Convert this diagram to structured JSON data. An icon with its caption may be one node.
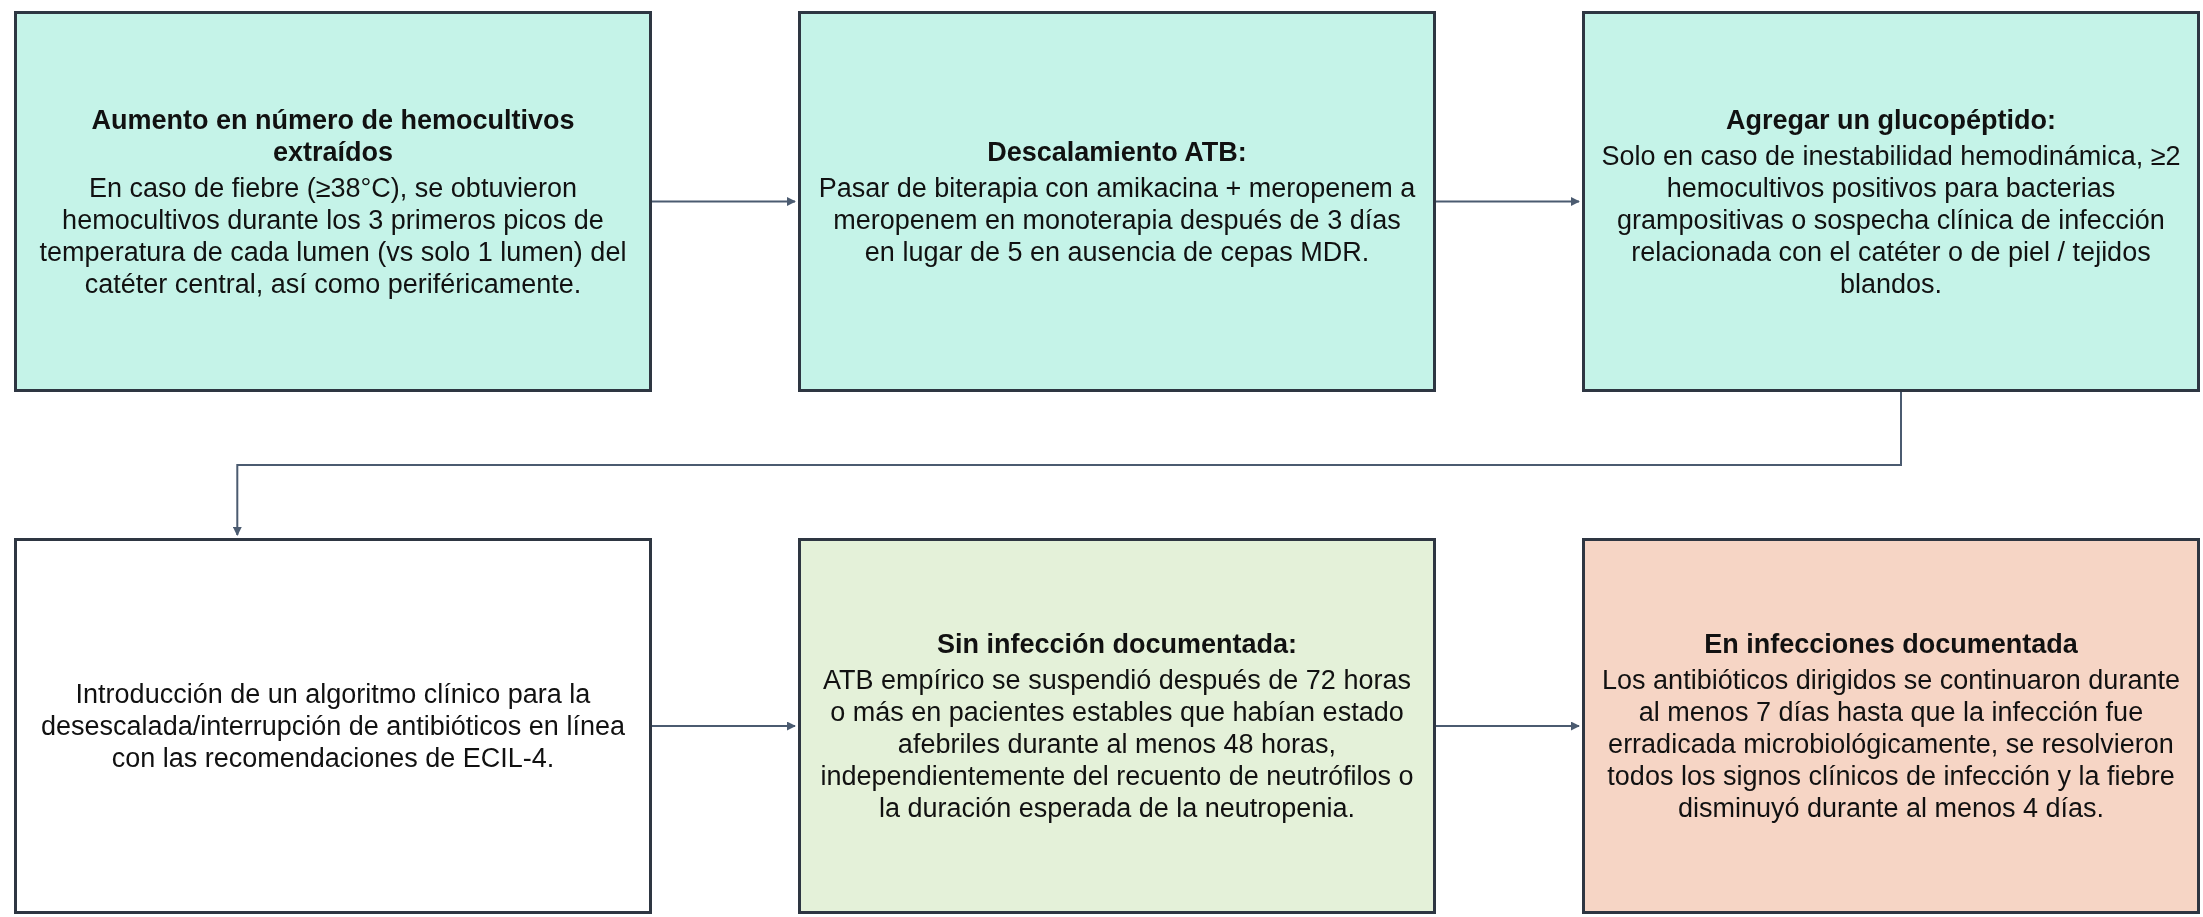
{
  "diagram": {
    "nodes": [
      {
        "text": [
          "Aumento en número de hemocultivos extraídos",
          "En caso de fiebre (≥38°C), se obtuvieron hemocultivos durante los 3 primeros picos de temperatura de cada lumen (vs solo 1 lumen) del catéter central, así como periféricamente."
        ]
      },
      {
        "text": [
          "Descalamiento ATB:",
          "Pasar de biterapia con amikacina + meropenem a meropenem en monoterapia después de 3 días en lugar de 5 en ausencia de cepas MDR."
        ]
      },
      {
        "text": [
          "Agregar un glucopéptido:",
          "Solo en caso de inestabilidad hemodinámica, ≥2 hemocultivos positivos para bacterias grampositivas o sospecha clínica de infección relacionada con el catéter o de piel / tejidos blandos."
        ]
      },
      {
        "text": [
          "Introducción de un algoritmo clínico para la desescalada/interrupción de antibióticos en línea con las recomendaciones de ECIL-4."
        ]
      },
      {
        "text": [
          "Sin infección documentada:",
          "ATB empírico se suspendió después de 72 horas o más en pacientes estables que habían estado afebriles durante al menos 48 horas, independientemente del recuento de neutrófilos o la duración esperada de la neutropenia."
        ]
      },
      {
        "text": [
          "En infecciones documentada",
          "Los antibióticos dirigidos se continuaron durante al menos 7 días hasta que la infección fue erradicada microbiológicamente, se resolvieron todos los signos clínicos de infección y la fiebre disminuyó durante al menos 4 días."
        ]
      }
    ],
    "edges": [
      {
        "from": 0,
        "to": 1,
        "arrow": "to"
      },
      {
        "from": 1,
        "to": 2,
        "arrow": "to"
      },
      {
        "from": 2,
        "to": 3,
        "arrow": "to"
      },
      {
        "from": 3,
        "to": 4,
        "arrow": "to"
      },
      {
        "from": 4,
        "to": 5,
        "arrow": "to"
      }
    ]
  }
}
